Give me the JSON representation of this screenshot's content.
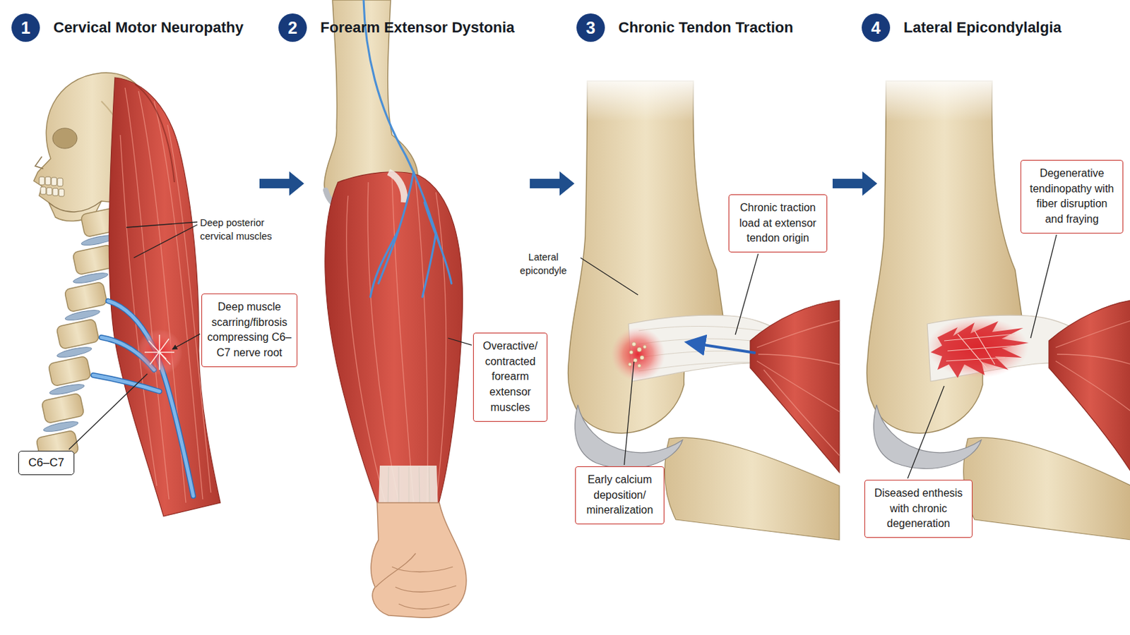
{
  "diagram": {
    "nodes": [
      {
        "text": [
          "1",
          "Cervical Motor Neuropathy"
        ]
      },
      {
        "text": [
          "Deep muscle scarring/fibrosis compressing C6–C7 nerve root"
        ]
      },
      {
        "text": [
          "C6–C7"
        ]
      },
      {
        "text": [
          "2",
          "Forearm Extensor Dystonia"
        ]
      },
      {
        "text": [
          "Overactive/ contracted forearm extensor muscles"
        ]
      },
      {
        "text": [
          "3",
          "Chronic Tendon Traction"
        ]
      },
      {
        "text": [
          "Chronic traction load at extensor tendon origin"
        ]
      },
      {
        "text": [
          "Early calcium deposition/ mineralization"
        ]
      },
      {
        "text": [
          "4",
          "Lateral Epicondylalgia"
        ]
      },
      {
        "text": [
          "Degenerative tendinopathy with fiber disruption and fraying"
        ]
      },
      {
        "text": [
          "Diseased enthesis with chronic degeneration"
        ]
      }
    ],
    "labels": [
      "Deep posterior cervical muscles",
      "Lateral epicondyle"
    ]
  }
}
